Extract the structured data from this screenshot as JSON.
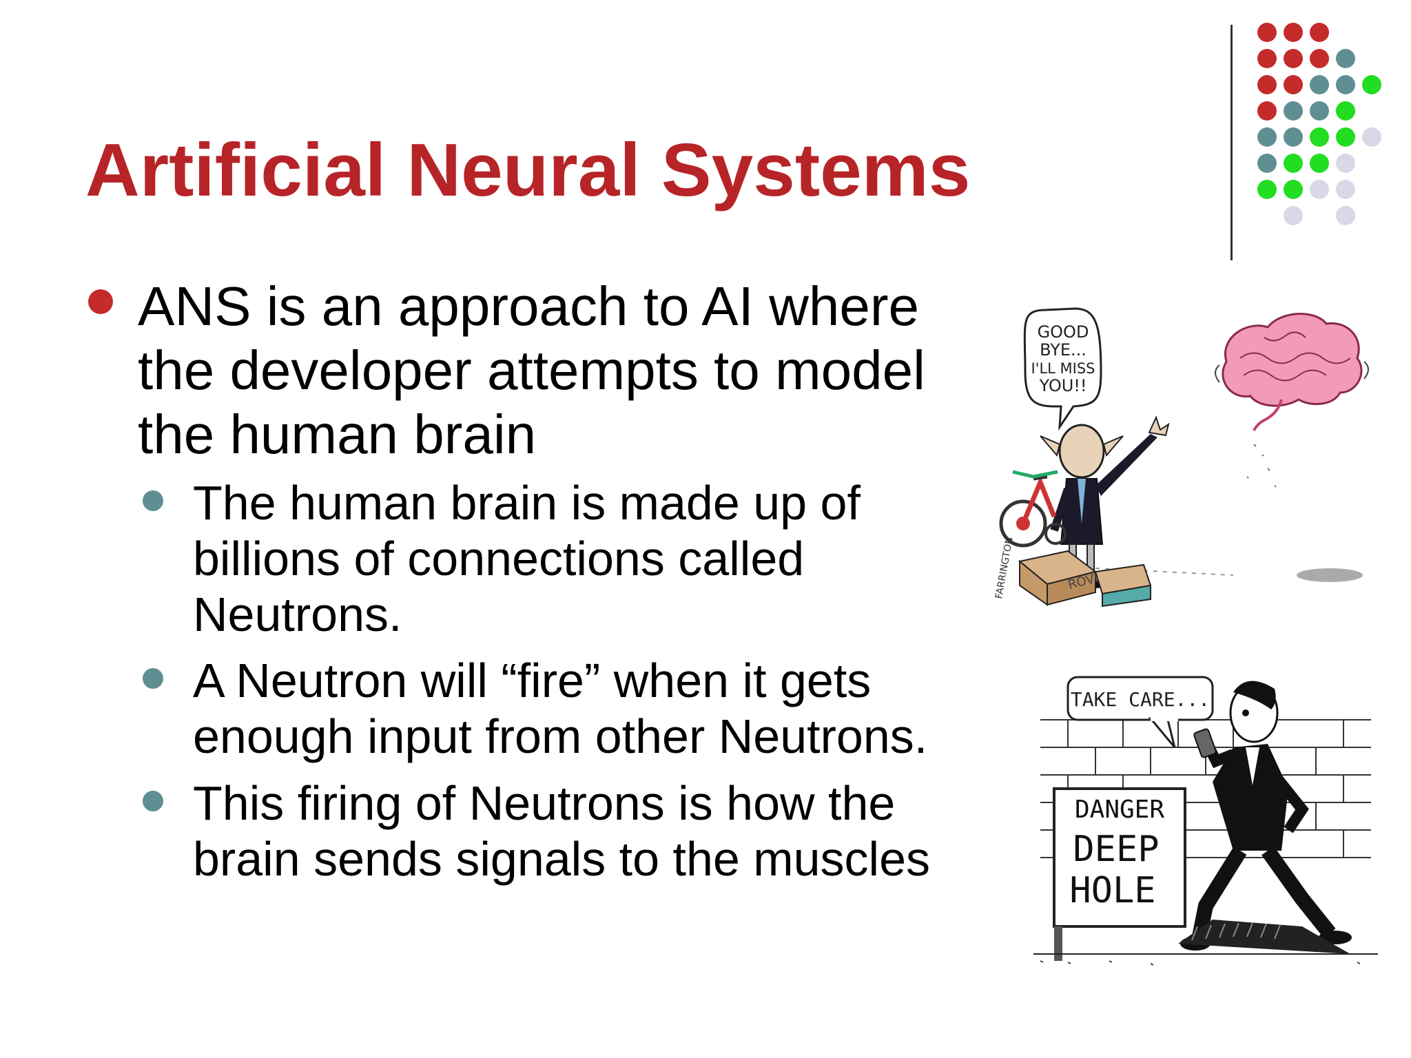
{
  "slide": {
    "title": "Artificial Neural Systems",
    "bullet": "ANS is an approach to AI where the developer attempts to model the human brain",
    "sub_bullets": [
      "The human brain is made up of billions of connections called Neutrons.",
      "A Neutron will “fire” when it gets enough input from other Neutrons.",
      "This firing of Neutrons is how the brain sends signals to the muscles"
    ],
    "colors": {
      "title": "#b72427",
      "bullet": "#c42b2b",
      "sub_bullet": "#5f8f92"
    }
  },
  "cartoon_top": {
    "speech": [
      "GOOD",
      "BYE...",
      "I'LL MISS",
      "YOU!!"
    ],
    "box_label": "ROVER",
    "signature": "FARRINGTON"
  },
  "cartoon_bottom": {
    "speech": "TAKE CARE...",
    "sign": [
      "DANGER",
      "DEEP",
      "HOLE"
    ]
  },
  "decoration": {
    "dot_colors": [
      "#c42b2b",
      "#5f8f92",
      "#22dd22",
      "#d8d8e6"
    ]
  }
}
